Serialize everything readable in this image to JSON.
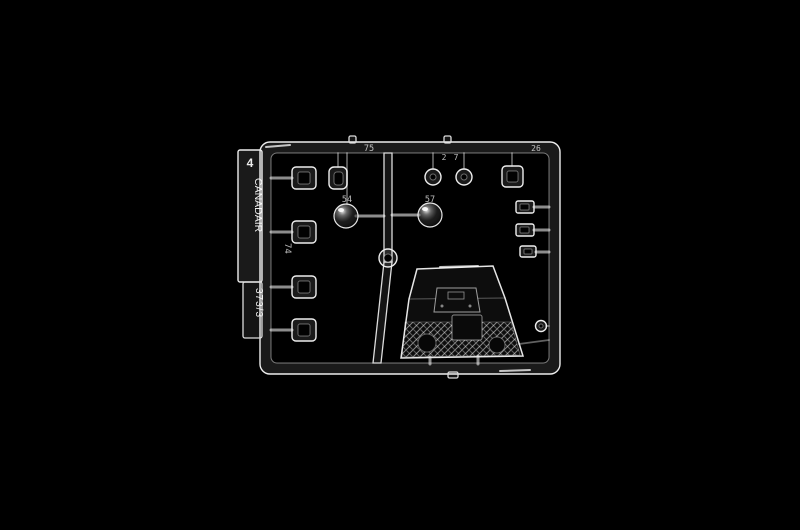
{
  "scene": {
    "subject": "Clear transparent plastic model-kit sprue photographed on a black background",
    "background_color": "#000000",
    "plastic_edge_color": "#dcdcdc"
  },
  "sprue": {
    "tab": {
      "sprue_number": "4",
      "brand": "CANADAIR",
      "mold_code": "373/3"
    },
    "labels": {
      "top_runner": "75",
      "lens_left": "54",
      "lens_right": "57",
      "left_runner": "74",
      "ring_left": "2",
      "ring_right": "7",
      "top_right": "26"
    }
  }
}
